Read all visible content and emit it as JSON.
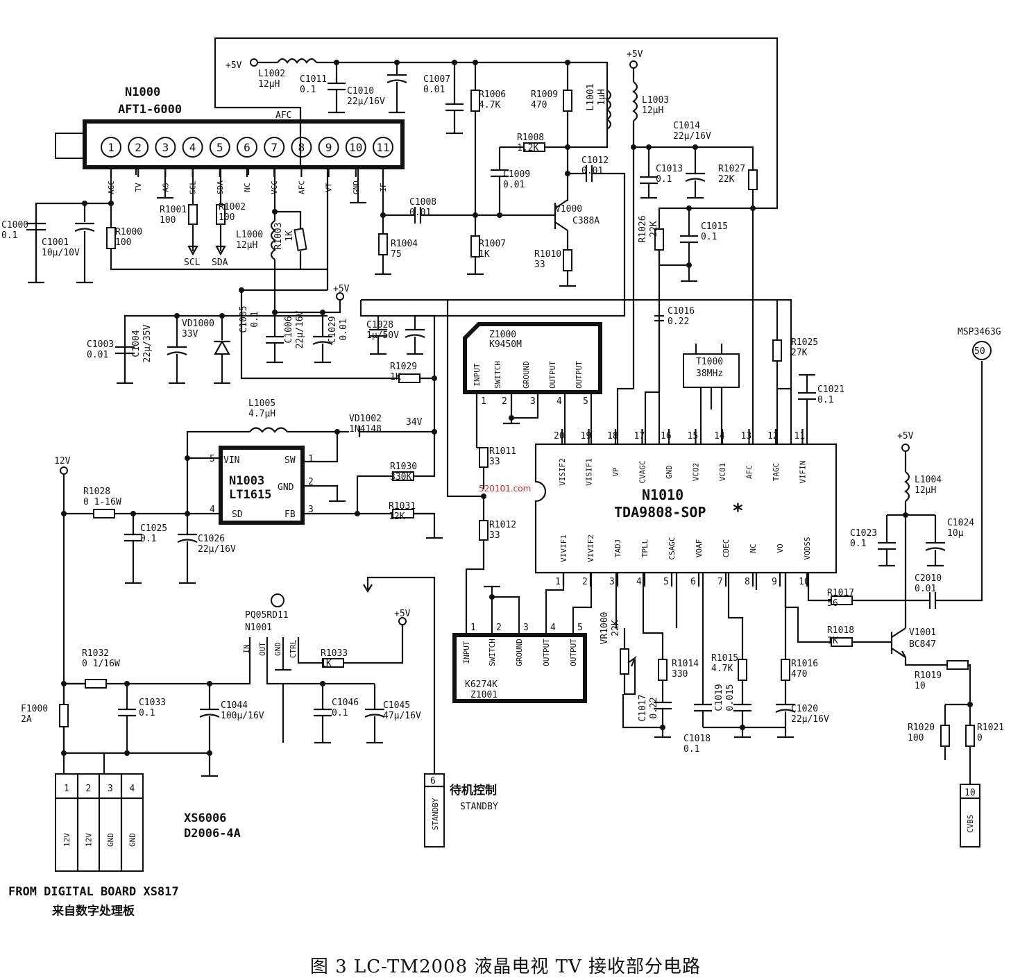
{
  "caption": "图 3  LC-TM2008 液晶电视 TV 接收部分电路",
  "watermark": "520101.com",
  "tuner": {
    "ref": "N1000",
    "part": "AFT1-6000",
    "afc_label": "AFC",
    "pins": [
      "1",
      "2",
      "3",
      "4",
      "5",
      "6",
      "7",
      "8",
      "9",
      "10",
      "11"
    ],
    "pin_names": [
      "AGC",
      "TV",
      "AS",
      "SCL",
      "SDA",
      "NC",
      "VCC",
      "AFC",
      "VT",
      "GND",
      "IF"
    ]
  },
  "ic_tda": {
    "ref": "N1010",
    "part": "TDA9808-SOP",
    "star": "*",
    "top_pins": [
      {
        "n": "20",
        "name": "VISIF2"
      },
      {
        "n": "19",
        "name": "VISIF1"
      },
      {
        "n": "18",
        "name": "VP"
      },
      {
        "n": "17",
        "name": "CVAGC"
      },
      {
        "n": "16",
        "name": "GND"
      },
      {
        "n": "15",
        "name": "VCO2"
      },
      {
        "n": "14",
        "name": "VCO1"
      },
      {
        "n": "13",
        "name": "AFC"
      },
      {
        "n": "12",
        "name": "TAGC"
      },
      {
        "n": "11",
        "name": "VIFIN"
      }
    ],
    "bottom_pins": [
      {
        "n": "1",
        "name": "VIVIF1"
      },
      {
        "n": "2",
        "name": "VIVIF2"
      },
      {
        "n": "3",
        "name": "TADJ"
      },
      {
        "n": "4",
        "name": "TPLL"
      },
      {
        "n": "5",
        "name": "CSAGC"
      },
      {
        "n": "6",
        "name": "VOAF"
      },
      {
        "n": "7",
        "name": "CDEC"
      },
      {
        "n": "8",
        "name": "NC"
      },
      {
        "n": "9",
        "name": "VO"
      },
      {
        "n": "10",
        "name": "VODSS"
      }
    ]
  },
  "saw_z1000": {
    "ref": "Z1000",
    "part": "K9450M",
    "pins": [
      {
        "n": "1",
        "name": "INPUT"
      },
      {
        "n": "2",
        "name": "SWITCH"
      },
      {
        "n": "3",
        "name": "GROUND"
      },
      {
        "n": "4",
        "name": "OUTPUT"
      },
      {
        "n": "5",
        "name": "OUTPUT"
      }
    ]
  },
  "saw_z1001": {
    "ref": "Z1001",
    "part": "K6274K",
    "pins": [
      {
        "n": "1",
        "name": "INPUT"
      },
      {
        "n": "2",
        "name": "SWITCH"
      },
      {
        "n": "3",
        "name": "GROUND"
      },
      {
        "n": "4",
        "name": "OUTPUT"
      },
      {
        "n": "5",
        "name": "OUTPUT"
      }
    ]
  },
  "reg_n1003": {
    "ref": "N1003",
    "part": "LT1615",
    "pins": [
      {
        "n": "5",
        "name": "VIN"
      },
      {
        "n": "1",
        "name": "SW"
      },
      {
        "n": "2",
        "name": "GND"
      },
      {
        "n": "4",
        "name": "SD"
      },
      {
        "n": "3",
        "name": "FB"
      }
    ]
  },
  "reg_n1001": {
    "ref": "N1001",
    "part": "PQ05RD11",
    "pins": [
      "IN",
      "OUT",
      "GND",
      "CTRL"
    ]
  },
  "connector_xs6006": {
    "ref": "XS6006",
    "part": "D2006-4A",
    "pins": [
      {
        "n": "1",
        "name": "12V"
      },
      {
        "n": "2",
        "name": "12V"
      },
      {
        "n": "3",
        "name": "GND"
      },
      {
        "n": "4",
        "name": "GND"
      }
    ],
    "from_en": "FROM DIGITAL BOARD XS817",
    "from_cn": "来自数字处理板"
  },
  "standby": {
    "pin": "6",
    "name": "STANDBY",
    "label_cn": "待机控制",
    "label_en": "STANDBY"
  },
  "cvbs": {
    "pin": "10",
    "name": "CVBS"
  },
  "msp": {
    "name": "MSP3463G",
    "pin": "50"
  },
  "transistors": {
    "v1000": {
      "ref": "V1000",
      "part": "C388A"
    },
    "v1001": {
      "ref": "V1001",
      "part": "BC847"
    }
  },
  "crystal": {
    "ref": "T1000",
    "value": "38MHz"
  },
  "rails": {
    "p5v": "+5V",
    "p12v": "12V",
    "v34": "34V"
  },
  "parts": [
    {
      "id": "L1002",
      "val": "12μH"
    },
    {
      "id": "C1011",
      "val": "0.1"
    },
    {
      "id": "C1010",
      "val": "22μ/16V"
    },
    {
      "id": "C1007",
      "val": "0.01"
    },
    {
      "id": "R1006",
      "val": "4.7K"
    },
    {
      "id": "R1009",
      "val": "470"
    },
    {
      "id": "L1001",
      "val": "1μH"
    },
    {
      "id": "L1003",
      "val": "12μH"
    },
    {
      "id": "R1008",
      "val": "1.2K"
    },
    {
      "id": "C1009",
      "val": "0.01"
    },
    {
      "id": "C1012",
      "val": "0.01"
    },
    {
      "id": "C1014",
      "val": "22μ/16V"
    },
    {
      "id": "C1013",
      "val": "0.1"
    },
    {
      "id": "R1027",
      "val": "22K"
    },
    {
      "id": "C1000",
      "val": "0.1"
    },
    {
      "id": "C1001",
      "val": "10μ/10V"
    },
    {
      "id": "R1000",
      "val": "100"
    },
    {
      "id": "R1001",
      "val": "100"
    },
    {
      "id": "R1002",
      "val": "100"
    },
    {
      "id": "L1000",
      "val": "12μH"
    },
    {
      "id": "R1003",
      "val": "1K"
    },
    {
      "id": "C1008",
      "val": "0.01"
    },
    {
      "id": "R1004",
      "val": "75"
    },
    {
      "id": "R1007",
      "val": "1K"
    },
    {
      "id": "R1010",
      "val": "33"
    },
    {
      "id": "R1026",
      "val": "22K"
    },
    {
      "id": "C1015",
      "val": "0.1"
    },
    {
      "id": "C1003",
      "val": "0.01"
    },
    {
      "id": "C1004",
      "val": "22μ/35V"
    },
    {
      "id": "VD1000",
      "val": "33V"
    },
    {
      "id": "C1005",
      "val": "0.1"
    },
    {
      "id": "C1006",
      "val": "22μ/16V"
    },
    {
      "id": "C1029",
      "val": "0.01"
    },
    {
      "id": "C1028",
      "val": "1μ/50V"
    },
    {
      "id": "R1029",
      "val": "1K"
    },
    {
      "id": "C1016",
      "val": "0.22"
    },
    {
      "id": "R1025",
      "val": "27K"
    },
    {
      "id": "C1021",
      "val": "0.1"
    },
    {
      "id": "L1005",
      "val": "4.7μH"
    },
    {
      "id": "VD1002",
      "val": "1N4148"
    },
    {
      "id": "R1030",
      "val": "330K"
    },
    {
      "id": "R1031",
      "val": "12K"
    },
    {
      "id": "R1011",
      "val": "33"
    },
    {
      "id": "R1012",
      "val": "33"
    },
    {
      "id": "R1028",
      "val": "0 1-16W"
    },
    {
      "id": "C1025",
      "val": "0.1"
    },
    {
      "id": "C1026",
      "val": "22μ/16V"
    },
    {
      "id": "L1004",
      "val": "12μH"
    },
    {
      "id": "C1023",
      "val": "0.1"
    },
    {
      "id": "C1024",
      "val": "10μ"
    },
    {
      "id": "C2010",
      "val": "0.01"
    },
    {
      "id": "R1017",
      "val": "56"
    },
    {
      "id": "R1018",
      "val": "1K"
    },
    {
      "id": "R1019",
      "val": "10"
    },
    {
      "id": "R1020",
      "val": "100"
    },
    {
      "id": "R1021",
      "val": "0"
    },
    {
      "id": "VR1000",
      "val": "22K"
    },
    {
      "id": "R1014",
      "val": "330"
    },
    {
      "id": "R1015",
      "val": "4.7K"
    },
    {
      "id": "R1016",
      "val": "470"
    },
    {
      "id": "C1017",
      "val": "0.22"
    },
    {
      "id": "C1018",
      "val": "0.1"
    },
    {
      "id": "C1019",
      "val": "0.015"
    },
    {
      "id": "C1020",
      "val": "22μ/16V"
    },
    {
      "id": "R1032",
      "val": "0 1/16W"
    },
    {
      "id": "F1000",
      "val": "2A"
    },
    {
      "id": "C1033",
      "val": "0.1"
    },
    {
      "id": "C1044",
      "val": "100μ/16V"
    },
    {
      "id": "R1033",
      "val": "1K"
    },
    {
      "id": "C1046",
      "val": "0.1"
    },
    {
      "id": "C1045",
      "val": "47μ/16V"
    }
  ],
  "net_labels": {
    "scl": "SCL",
    "sda": "SDA"
  }
}
